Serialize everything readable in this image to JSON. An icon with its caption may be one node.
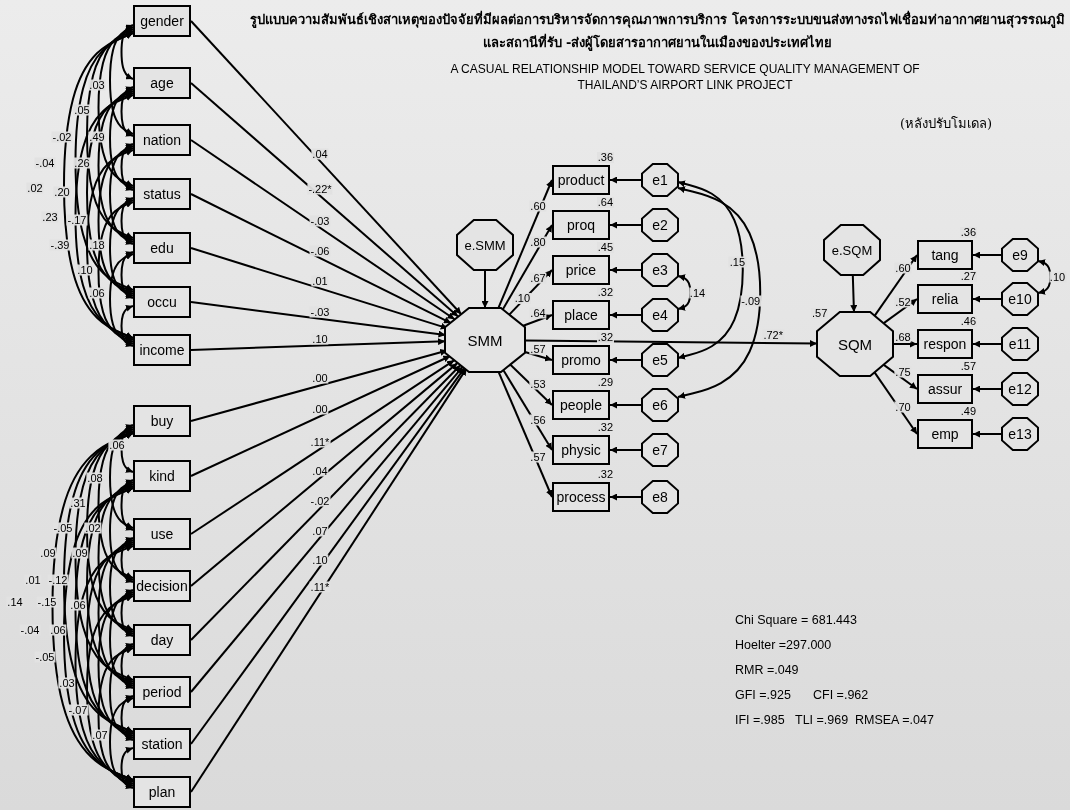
{
  "diagram": {
    "title": "รูปแบบความสัมพันธ์เชิงสาเหตุของปัจจัยที่มีผลต่อการบริหารจัดการคุณภาพการบริการ โครงการระบบขนส่งทางรถไฟเชื่อมท่าอากาศยานสุวรรณภูมิและสถานีที่รับ -ส่งผู้โดยสารอากาศยานในเมืองของประเทศไทย",
    "nodes": [
      {
        "text": [
          "gender"
        ]
      },
      {
        "text": [
          "age"
        ]
      },
      {
        "text": [
          "nation"
        ]
      },
      {
        "text": [
          "status"
        ]
      },
      {
        "text": [
          "edu"
        ]
      },
      {
        "text": [
          "occu"
        ]
      },
      {
        "text": [
          "income"
        ]
      },
      {
        "text": [
          "buy"
        ]
      },
      {
        "text": [
          "kind"
        ]
      },
      {
        "text": [
          "use"
        ]
      },
      {
        "text": [
          "decision"
        ]
      },
      {
        "text": [
          "day"
        ]
      },
      {
        "text": [
          "period"
        ]
      },
      {
        "text": [
          "station"
        ]
      },
      {
        "text": [
          "plan"
        ]
      },
      {
        "text": [
          "SMM"
        ],
        "beside": [
          ".10"
        ]
      },
      {
        "text": [
          "e.SMM"
        ]
      },
      {
        "text": [
          "product"
        ],
        "beside": [
          ".36"
        ]
      },
      {
        "text": [
          "proq"
        ],
        "beside": [
          ".64"
        ]
      },
      {
        "text": [
          "price"
        ],
        "beside": [
          ".45"
        ]
      },
      {
        "text": [
          "place"
        ],
        "beside": [
          ".32"
        ]
      },
      {
        "text": [
          "promo"
        ],
        "beside": [
          ".32"
        ]
      },
      {
        "text": [
          "people"
        ],
        "beside": [
          ".29"
        ]
      },
      {
        "text": [
          "physic"
        ],
        "beside": [
          ".32"
        ]
      },
      {
        "text": [
          "process"
        ],
        "beside": [
          ".32"
        ]
      },
      {
        "text": [
          "e1"
        ]
      },
      {
        "text": [
          "e2"
        ]
      },
      {
        "text": [
          "e3"
        ]
      },
      {
        "text": [
          "e4"
        ]
      },
      {
        "text": [
          "e5"
        ]
      },
      {
        "text": [
          "e6"
        ]
      },
      {
        "text": [
          "e7"
        ]
      },
      {
        "text": [
          "e8"
        ]
      },
      {
        "text": [
          "SQM"
        ],
        "beside": [
          ".57"
        ]
      },
      {
        "text": [
          "e.SQM"
        ]
      },
      {
        "text": [
          "tang"
        ],
        "beside": [
          ".36"
        ]
      },
      {
        "text": [
          "relia"
        ],
        "beside": [
          ".27"
        ]
      },
      {
        "text": [
          "respon"
        ],
        "beside": [
          ".46"
        ]
      },
      {
        "text": [
          "assur"
        ],
        "beside": [
          ".57"
        ]
      },
      {
        "text": [
          "emp"
        ],
        "beside": [
          ".49"
        ]
      },
      {
        "text": [
          "e9"
        ]
      },
      {
        "text": [
          "e10"
        ]
      },
      {
        "text": [
          "e11"
        ]
      },
      {
        "text": [
          "e12"
        ]
      },
      {
        "text": [
          "e13"
        ]
      }
    ],
    "edges": [
      {
        "from": 0,
        "to": 15,
        "arrow": "to",
        "label": ".04"
      },
      {
        "from": 1,
        "to": 15,
        "arrow": "to",
        "label": "-.22*"
      },
      {
        "from": 2,
        "to": 15,
        "arrow": "to",
        "label": "-.03"
      },
      {
        "from": 3,
        "to": 15,
        "arrow": "to",
        "label": "-.06"
      },
      {
        "from": 4,
        "to": 15,
        "arrow": "to",
        "label": ".01"
      },
      {
        "from": 5,
        "to": 15,
        "arrow": "to",
        "label": "-.03"
      },
      {
        "from": 6,
        "to": 15,
        "arrow": "to",
        "label": ".10"
      },
      {
        "from": 7,
        "to": 15,
        "arrow": "to",
        "label": ".00"
      },
      {
        "from": 8,
        "to": 15,
        "arrow": "to",
        "label": ".00"
      },
      {
        "from": 9,
        "to": 15,
        "arrow": "to",
        "label": ".11*"
      },
      {
        "from": 10,
        "to": 15,
        "arrow": "to",
        "label": ".04"
      },
      {
        "from": 11,
        "to": 15,
        "arrow": "to",
        "label": "-.02"
      },
      {
        "from": 12,
        "to": 15,
        "arrow": "to",
        "label": ".07"
      },
      {
        "from": 13,
        "to": 15,
        "arrow": "to",
        "label": ".10"
      },
      {
        "from": 14,
        "to": 15,
        "arrow": "to",
        "label": ".11*"
      },
      {
        "from": 16,
        "to": 15,
        "arrow": "to"
      },
      {
        "from": 15,
        "to": 17,
        "arrow": "to",
        "label": ".60"
      },
      {
        "from": 15,
        "to": 18,
        "arrow": "to",
        "label": ".80"
      },
      {
        "from": 15,
        "to": 19,
        "arrow": "to",
        "label": ".67"
      },
      {
        "from": 15,
        "to": 20,
        "arrow": "to",
        "label": ".64"
      },
      {
        "from": 15,
        "to": 21,
        "arrow": "to",
        "label": ".57"
      },
      {
        "from": 15,
        "to": 22,
        "arrow": "to",
        "label": ".53"
      },
      {
        "from": 15,
        "to": 23,
        "arrow": "to",
        "label": ".56"
      },
      {
        "from": 15,
        "to": 24,
        "arrow": "to",
        "label": ".57"
      },
      {
        "from": 25,
        "to": 17,
        "arrow": "to"
      },
      {
        "from": 26,
        "to": 18,
        "arrow": "to"
      },
      {
        "from": 27,
        "to": 19,
        "arrow": "to"
      },
      {
        "from": 28,
        "to": 20,
        "arrow": "to"
      },
      {
        "from": 29,
        "to": 21,
        "arrow": "to"
      },
      {
        "from": 30,
        "to": 22,
        "arrow": "to"
      },
      {
        "from": 31,
        "to": 23,
        "arrow": "to"
      },
      {
        "from": 32,
        "to": 24,
        "arrow": "to"
      },
      {
        "from": 27,
        "to": 28,
        "arrow": "both",
        "label": ".14"
      },
      {
        "from": 25,
        "to": 29,
        "arrow": "both",
        "label": ".15"
      },
      {
        "from": 25,
        "to": 30,
        "arrow": "both",
        "label": "-.09"
      },
      {
        "from": 15,
        "to": 33,
        "arrow": "to",
        "label": ".72*"
      },
      {
        "from": 34,
        "to": 33,
        "arrow": "to"
      },
      {
        "from": 33,
        "to": 35,
        "arrow": "to",
        "label": ".60"
      },
      {
        "from": 33,
        "to": 36,
        "arrow": "to",
        "label": ".52"
      },
      {
        "from": 33,
        "to": 37,
        "arrow": "to",
        "label": ".68"
      },
      {
        "from": 33,
        "to": 38,
        "arrow": "to",
        "label": ".75"
      },
      {
        "from": 33,
        "to": 39,
        "arrow": "to",
        "label": ".70"
      },
      {
        "from": 40,
        "to": 35,
        "arrow": "to"
      },
      {
        "from": 41,
        "to": 36,
        "arrow": "to"
      },
      {
        "from": 42,
        "to": 37,
        "arrow": "to"
      },
      {
        "from": 43,
        "to": 38,
        "arrow": "to"
      },
      {
        "from": 44,
        "to": 39,
        "arrow": "to"
      },
      {
        "from": 40,
        "to": 41,
        "arrow": "both",
        "label": ".10"
      },
      {
        "from": 0,
        "to": 1,
        "arrow": "both"
      },
      {
        "from": 0,
        "to": 2,
        "arrow": "both"
      },
      {
        "from": 0,
        "to": 3,
        "arrow": "both"
      },
      {
        "from": 0,
        "to": 4,
        "arrow": "both"
      },
      {
        "from": 0,
        "to": 5,
        "arrow": "both"
      },
      {
        "from": 0,
        "to": 6,
        "arrow": "both"
      },
      {
        "from": 1,
        "to": 2,
        "arrow": "both"
      },
      {
        "from": 1,
        "to": 3,
        "arrow": "both"
      },
      {
        "from": 1,
        "to": 4,
        "arrow": "both"
      },
      {
        "from": 1,
        "to": 5,
        "arrow": "both"
      },
      {
        "from": 1,
        "to": 6,
        "arrow": "both"
      },
      {
        "from": 2,
        "to": 3,
        "arrow": "both"
      },
      {
        "from": 2,
        "to": 4,
        "arrow": "both"
      },
      {
        "from": 2,
        "to": 5,
        "arrow": "both"
      },
      {
        "from": 2,
        "to": 6,
        "arrow": "both"
      },
      {
        "from": 3,
        "to": 4,
        "arrow": "both"
      },
      {
        "from": 3,
        "to": 5,
        "arrow": "both"
      },
      {
        "from": 3,
        "to": 6,
        "arrow": "both"
      },
      {
        "from": 4,
        "to": 5,
        "arrow": "both"
      },
      {
        "from": 4,
        "to": 6,
        "arrow": "both"
      },
      {
        "from": 5,
        "to": 6,
        "arrow": "both"
      },
      {
        "from": 7,
        "to": 8,
        "arrow": "both"
      },
      {
        "from": 7,
        "to": 9,
        "arrow": "both"
      },
      {
        "from": 7,
        "to": 10,
        "arrow": "both"
      },
      {
        "from": 7,
        "to": 11,
        "arrow": "both"
      },
      {
        "from": 7,
        "to": 12,
        "arrow": "both"
      },
      {
        "from": 7,
        "to": 13,
        "arrow": "both"
      },
      {
        "from": 7,
        "to": 14,
        "arrow": "both"
      },
      {
        "from": 8,
        "to": 9,
        "arrow": "both"
      },
      {
        "from": 8,
        "to": 10,
        "arrow": "both"
      },
      {
        "from": 8,
        "to": 11,
        "arrow": "both"
      },
      {
        "from": 8,
        "to": 12,
        "arrow": "both"
      },
      {
        "from": 8,
        "to": 13,
        "arrow": "both"
      },
      {
        "from": 8,
        "to": 14,
        "arrow": "both"
      },
      {
        "from": 9,
        "to": 10,
        "arrow": "both"
      },
      {
        "from": 9,
        "to": 11,
        "arrow": "both"
      },
      {
        "from": 9,
        "to": 12,
        "arrow": "both"
      },
      {
        "from": 9,
        "to": 13,
        "arrow": "both"
      },
      {
        "from": 9,
        "to": 14,
        "arrow": "both"
      },
      {
        "from": 10,
        "to": 11,
        "arrow": "both"
      },
      {
        "from": 10,
        "to": 12,
        "arrow": "both"
      },
      {
        "from": 10,
        "to": 13,
        "arrow": "both"
      },
      {
        "from": 10,
        "to": 14,
        "arrow": "both"
      },
      {
        "from": 11,
        "to": 12,
        "arrow": "both"
      },
      {
        "from": 11,
        "to": 13,
        "arrow": "both"
      },
      {
        "from": 11,
        "to": 14,
        "arrow": "both"
      },
      {
        "from": 12,
        "to": 13,
        "arrow": "both"
      },
      {
        "from": 12,
        "to": 14,
        "arrow": "both"
      },
      {
        "from": 13,
        "to": 14,
        "arrow": "both"
      }
    ],
    "labels": [
      "A  CASUAL RELATIONSHIP MODEL TOWARD SERVICE QUALITY MANAGEMENT OF THAILAND’S AIRPORT LINK PROJECT",
      "(หลังปรับโมเดล)",
      ".03",
      ".05",
      "-.02",
      ".49",
      "-.04",
      ".26",
      ".02",
      ".20",
      ".23",
      "-.17",
      "-.39",
      ".18",
      ".10",
      ".06",
      ".06",
      ".08",
      ".31",
      "-.05",
      ".02",
      ".09",
      ".09",
      ".01",
      "-.12",
      ".14",
      "-.15",
      ".06",
      "-.04",
      ".06",
      "-.05",
      ".03",
      "-.07",
      ".07",
      "Chi Square = 681.443",
      "Hoelter =297.000",
      "RMR =.049",
      "GFI =.925",
      "CFI =.962",
      "IFI =.985",
      "TLI =.969",
      "RMSEA =.047"
    ]
  }
}
